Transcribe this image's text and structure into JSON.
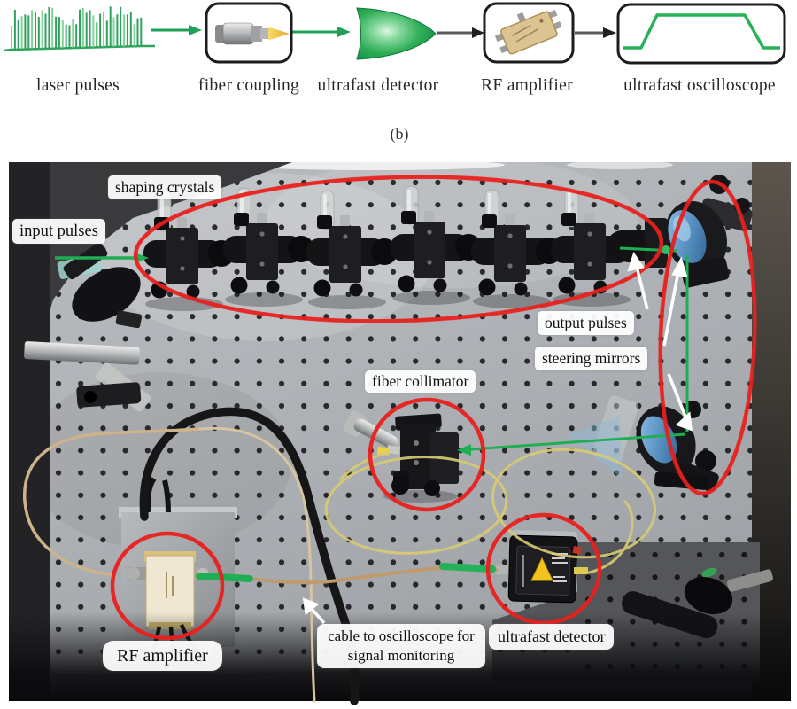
{
  "figure": {
    "panel_label": "(b)",
    "schematic": {
      "steps": [
        {
          "label": "laser pulses",
          "icon": "laser-pulse-train-icon"
        },
        {
          "label": "fiber coupling",
          "icon": "fiber-coupler-icon"
        },
        {
          "label": "ultrafast detector",
          "icon": "detector-cone-icon"
        },
        {
          "label": "RF amplifier",
          "icon": "rf-amplifier-chip-icon"
        },
        {
          "label": "ultrafast oscilloscope",
          "icon": "trapezoid-waveform-icon"
        }
      ]
    },
    "photo": {
      "labels": {
        "shaping_crystals": "shaping crystals",
        "input_pulses": "input pulses",
        "output_pulses": "output pulses",
        "steering_mirrors": "steering mirrors",
        "fiber_collimator": "fiber collimator",
        "rf_amplifier": "RF amplifier",
        "cable_note": "cable to oscilloscope for signal monitoring",
        "ultrafast_detector": "ultrafast detector"
      }
    },
    "colors": {
      "annotation_red": "#e8201e",
      "beam_green": "#1fae54",
      "fiber_yellow": "#d8cc74",
      "cable_copper": "#bf9a6d"
    }
  }
}
